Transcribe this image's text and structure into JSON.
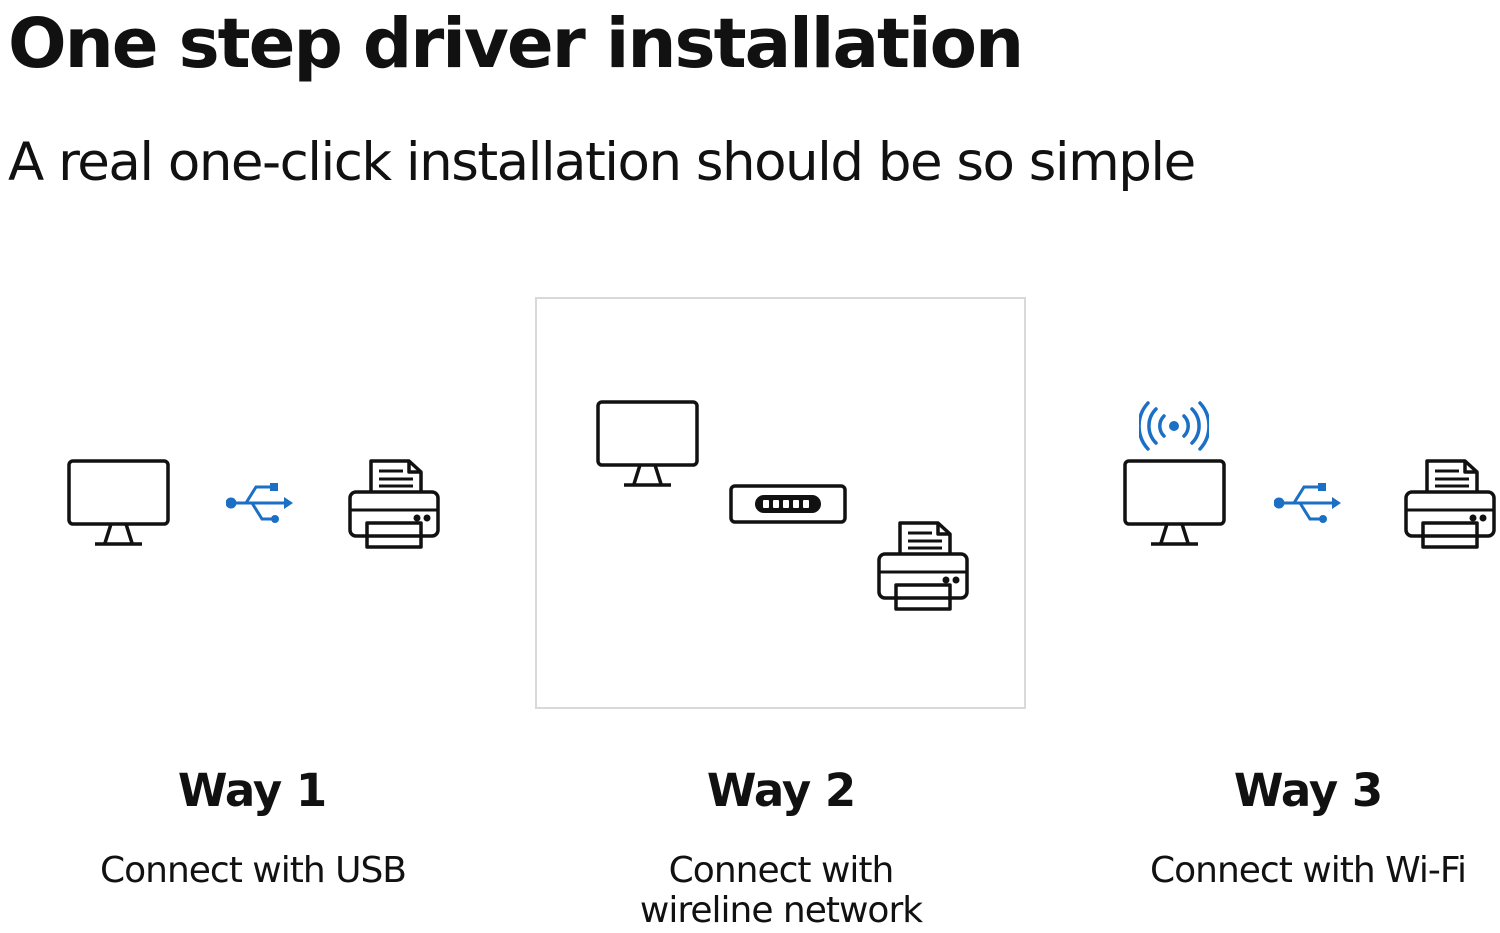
{
  "header": {
    "title": "One step driver installation",
    "subtitle": "A real one-click installation should be so simple"
  },
  "ways": [
    {
      "label": "Way 1",
      "description": "Connect with USB",
      "icons": [
        "monitor-icon",
        "usb-icon",
        "printer-icon"
      ]
    },
    {
      "label": "Way 2",
      "description_line1": "Connect with",
      "description_line2": "wireline network",
      "icons": [
        "monitor-icon",
        "network-switch-icon",
        "printer-icon"
      ]
    },
    {
      "label": "Way 3",
      "description": "Connect with Wi-Fi",
      "icons": [
        "wifi-signal-icon",
        "monitor-icon",
        "usb-icon",
        "printer-icon"
      ]
    }
  ],
  "colors": {
    "text": "#111111",
    "accent_blue": "#1b6fc4",
    "panel_border": "#d9d9d9"
  }
}
